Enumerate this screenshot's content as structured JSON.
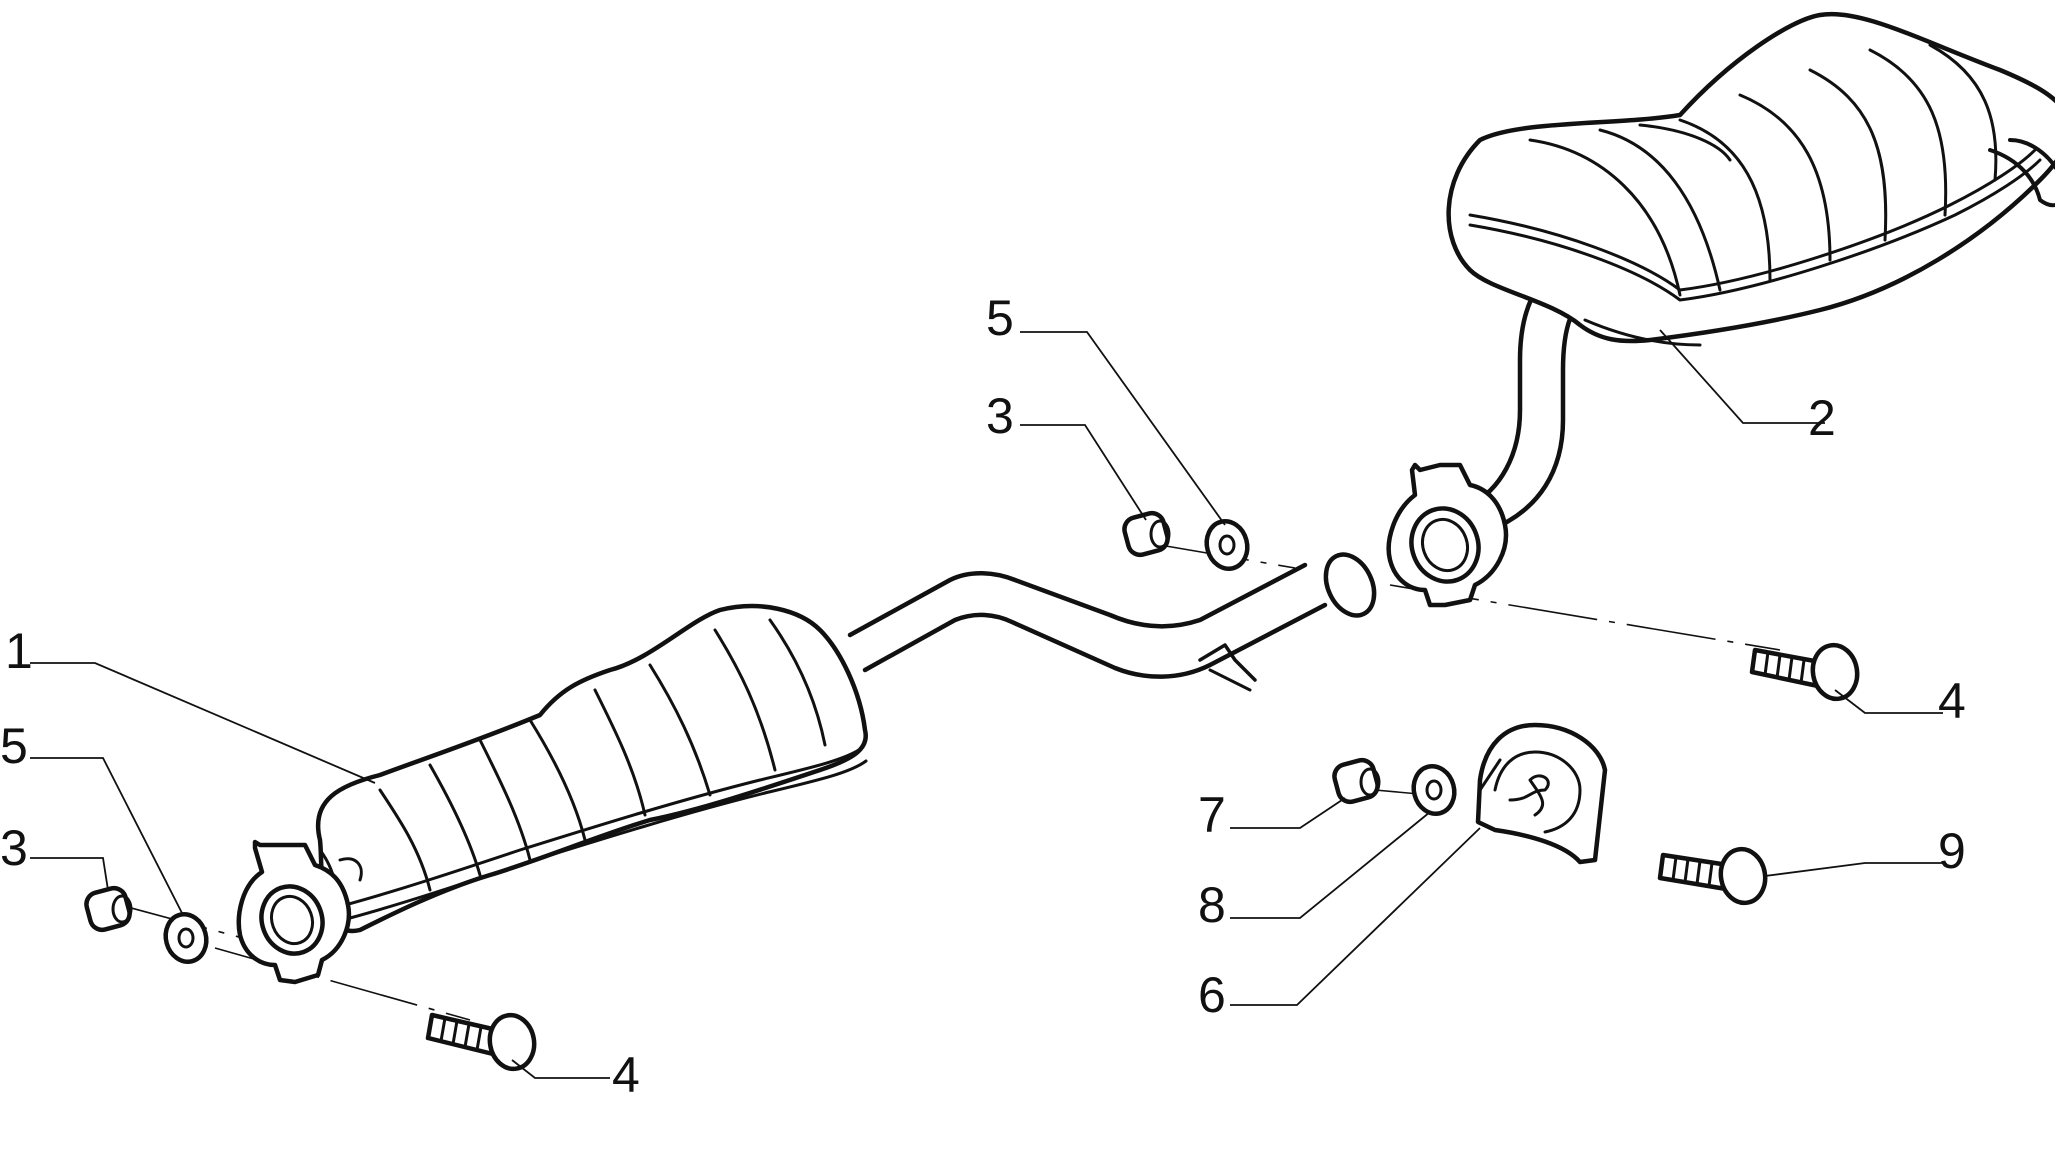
{
  "diagram": {
    "type": "exploded-parts-diagram",
    "callouts": [
      {
        "id": "c1",
        "label": "1",
        "part": "catalytic-converter-front-pipe"
      },
      {
        "id": "c2",
        "label": "2",
        "part": "rear-silencer"
      },
      {
        "id": "c3a",
        "label": "3",
        "part": "nut"
      },
      {
        "id": "c3b",
        "label": "3",
        "part": "nut"
      },
      {
        "id": "c4a",
        "label": "4",
        "part": "bolt"
      },
      {
        "id": "c4b",
        "label": "4",
        "part": "bolt"
      },
      {
        "id": "c5a",
        "label": "5",
        "part": "washer"
      },
      {
        "id": "c5b",
        "label": "5",
        "part": "washer"
      },
      {
        "id": "c6",
        "label": "6",
        "part": "rubber-mount"
      },
      {
        "id": "c7",
        "label": "7",
        "part": "nut"
      },
      {
        "id": "c8",
        "label": "8",
        "part": "washer"
      },
      {
        "id": "c9",
        "label": "9",
        "part": "bolt"
      }
    ]
  }
}
